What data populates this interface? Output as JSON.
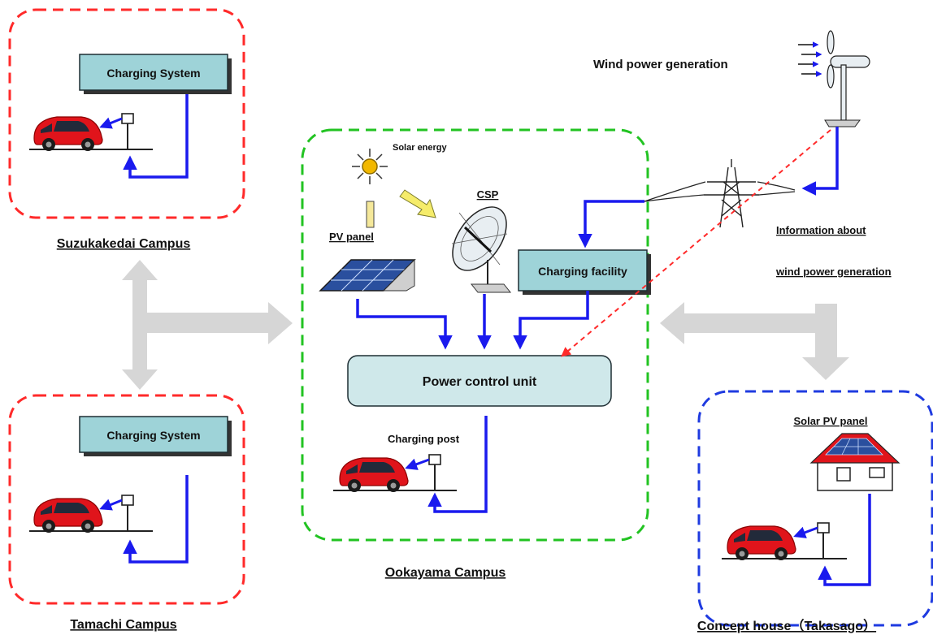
{
  "campuses": {
    "suzukakedai": {
      "label": "Suzukakedai Campus",
      "system_label": "Charging System"
    },
    "tamachi": {
      "label": "Tamachi Campus",
      "system_label": "Charging System"
    },
    "ookayama": {
      "label": "Ookayama Campus"
    },
    "concept_house": {
      "label": "Concept house（Takasago）"
    }
  },
  "ookayama_parts": {
    "solar_energy": "Solar energy",
    "pv_panel": "PV panel",
    "csp": "CSP",
    "charging_facility": "Charging facility",
    "power_control_unit": "Power control unit",
    "charging_post": "Charging post"
  },
  "wind": {
    "title": "Wind power generation",
    "info_line1": "Information about",
    "info_line2": "wind power generation"
  },
  "concept_parts": {
    "solar_pv_panel": "Solar PV panel"
  },
  "colors": {
    "red_dash": "#ff2a2a",
    "green_dash": "#22c322",
    "blue_dash": "#1f3be0",
    "flow_blue": "#1a1aee",
    "gray_arrow": "#d6d6d6",
    "box_fill": "#9ed3d8",
    "pcu_fill": "#cfe8ea",
    "car_red": "#e0141b"
  }
}
